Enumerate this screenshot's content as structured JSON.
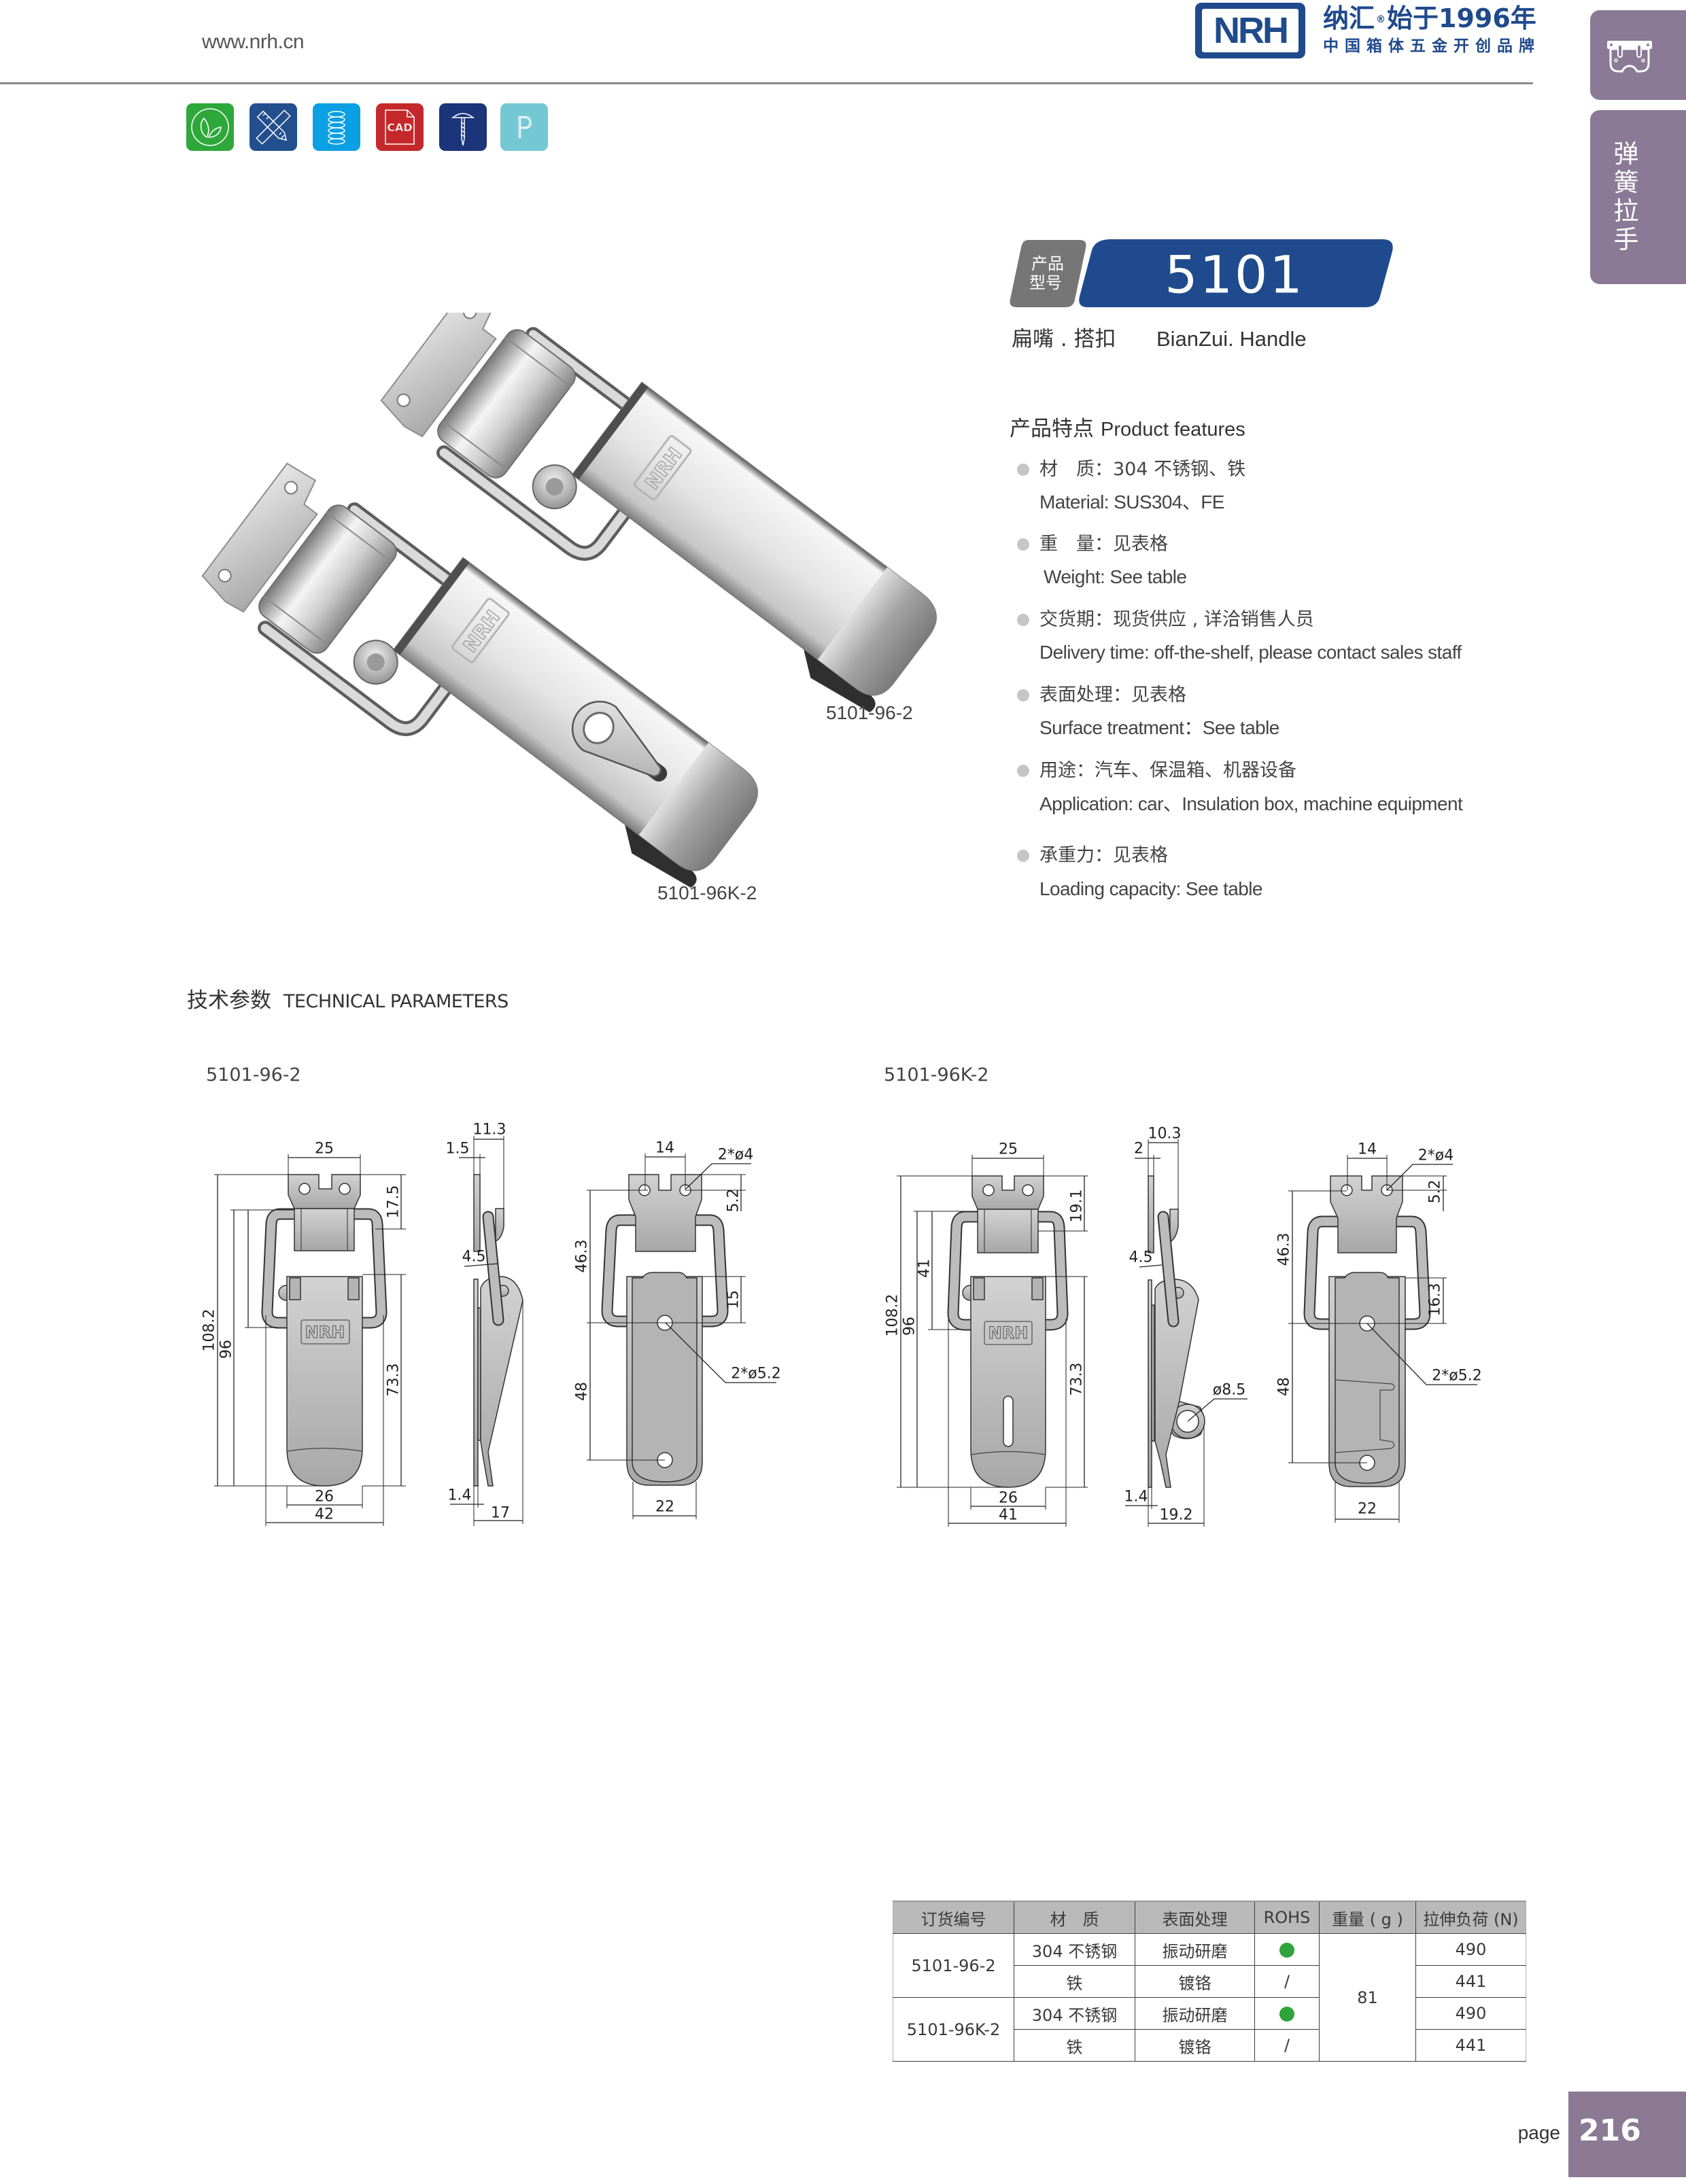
{
  "header": {
    "url": "www.nrh.cn",
    "logo": {
      "mark": "NRH",
      "brand_cn": "纳汇",
      "registered": "®",
      "since": "始于1996年",
      "tagline": "中国箱体五金开创品牌",
      "color": "#1f4a8c"
    }
  },
  "side_tabs": {
    "category_icon": "box-latch-icon",
    "category_label": [
      "弹",
      "簧",
      "拉",
      "手"
    ],
    "color": "#8b7a96"
  },
  "feature_icons": [
    {
      "name": "eco-leaf-icon",
      "color": "#2ea83a"
    },
    {
      "name": "design-tools-icon",
      "color": "#234f8f"
    },
    {
      "name": "spring-icon",
      "color": "#0aa0e3"
    },
    {
      "name": "cad-file-icon",
      "color": "#c5282a",
      "label": "CAD"
    },
    {
      "name": "screw-icon",
      "color": "#1b347a"
    },
    {
      "name": "letter-p-icon",
      "color": "#74c8d4",
      "label": "P"
    }
  ],
  "product": {
    "model_badge_label": [
      "产品",
      "型号"
    ],
    "model_number": "5101",
    "name_cn": "扁嘴 . 搭扣",
    "name_en": "BianZui. Handle",
    "badge_colors": {
      "label_bg": "#767676",
      "model_bg": "#1f4b8e"
    }
  },
  "features": {
    "title_cn": "产品特点",
    "title_en": "Product features",
    "items": [
      {
        "cn": "材　质：304 不锈钢、铁",
        "en": "Material: SUS304、FE"
      },
      {
        "cn": "重　量：见表格",
        "en": "Weight: See table"
      },
      {
        "cn": "交货期：现货供应 , 详洽销售人员",
        "en": "Delivery time: off-the-shelf, please contact sales staff"
      },
      {
        "cn": "表面处理：见表格",
        "en": "Surface treatment：See table"
      },
      {
        "cn": "用途：汽车、保温箱、机器设备",
        "en": "Application: car、Insulation box, machine equipment"
      },
      {
        "cn": "承重力：见表格",
        "en": "Loading capacity: See table"
      }
    ]
  },
  "photo": {
    "labels": {
      "standard": "5101-96-2",
      "padlock": "5101-96K-2"
    },
    "emboss": "NRH"
  },
  "technical": {
    "title_cn": "技术参数",
    "title_en": "TECHNICAL PARAMETERS",
    "groups": [
      {
        "model": "5101-96-2",
        "front": {
          "top_width": "25",
          "overall_height": "108.2",
          "height_96": "96",
          "top_plate": "17.5",
          "lever_length": "73.3",
          "lever_width": "26",
          "overall_width": "42"
        },
        "side": {
          "depth": "11.3",
          "plate_thickness": "1.5",
          "wire_dia": "4.5",
          "base_thickness": "1.4",
          "overall_depth": "17"
        },
        "back": {
          "hole_spacing": "14",
          "top_holes": "2*ø4",
          "hole_offset": "5.2",
          "upper_height": "46.3",
          "lower_height": "48",
          "pivot_offset": "15",
          "bottom_holes": "2*ø5.2",
          "base_width": "22"
        }
      },
      {
        "model": "5101-96K-2",
        "front": {
          "top_width": "25",
          "overall_height": "108.2",
          "height_96": "96",
          "loop_height": "41",
          "top_plate": "19.1",
          "lever_length": "73.3",
          "lever_width": "26",
          "overall_width": "41"
        },
        "side": {
          "depth": "10.3",
          "plate_thickness": "2",
          "wire_dia": "4.5",
          "lug_hole": "ø8.5",
          "base_thickness": "1.4",
          "overall_depth": "19.2"
        },
        "back": {
          "hole_spacing": "14",
          "top_holes": "2*ø4",
          "hole_offset": "5.2",
          "upper_height": "46.3",
          "lower_height": "48",
          "pivot_offset": "16.3",
          "bottom_holes": "2*ø5.2",
          "base_width": "22"
        }
      }
    ]
  },
  "spec_table": {
    "headers": [
      "订货编号",
      "材　质",
      "表面处理",
      "ROHS",
      "重量 ( g )",
      "拉伸负荷 (N)"
    ],
    "weight_g": "81",
    "rohs_color": "#2ea43a",
    "groups": [
      {
        "order_no": "5101-96-2",
        "rows": [
          {
            "material": "304 不锈钢",
            "finish": "振动研磨",
            "rohs": "compliant",
            "load_n": "490"
          },
          {
            "material": "铁",
            "finish": "镀铬",
            "rohs": "/",
            "load_n": "441"
          }
        ]
      },
      {
        "order_no": "5101-96K-2",
        "rows": [
          {
            "material": "304 不锈钢",
            "finish": "振动研磨",
            "rohs": "compliant",
            "load_n": "490"
          },
          {
            "material": "铁",
            "finish": "镀铬",
            "rohs": "/",
            "load_n": "441"
          }
        ]
      }
    ]
  },
  "footer": {
    "page_label": "page",
    "page_number": "216",
    "accent": "#8c7a94"
  }
}
